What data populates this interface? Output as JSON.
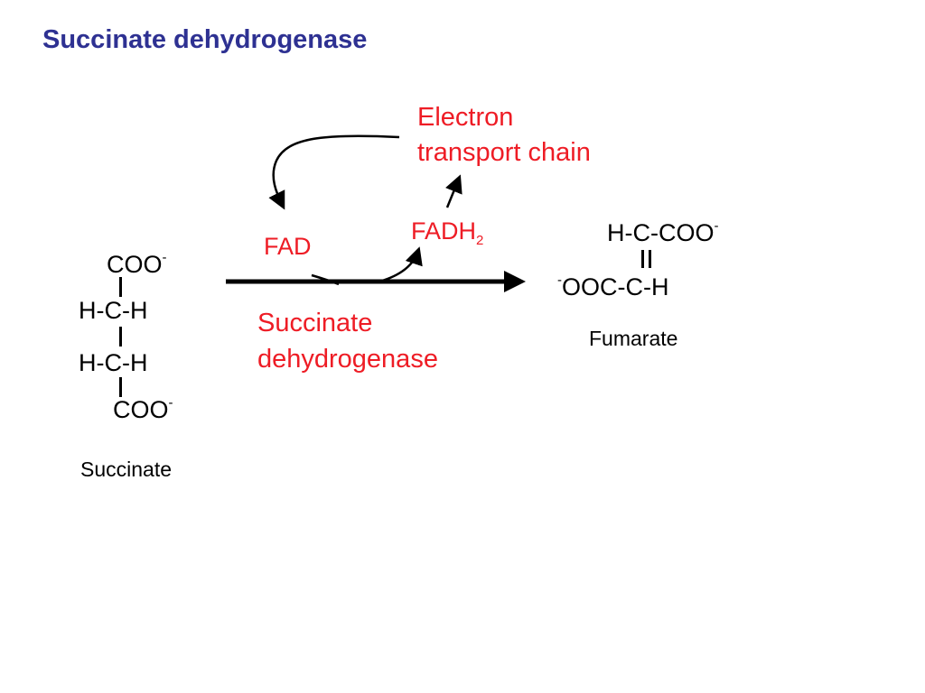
{
  "title": "Succinate dehydrogenase",
  "succinate": {
    "top_group": "COO",
    "top_charge": "-",
    "row1": "H-C-H",
    "row2": "H-C-H",
    "bottom_group": "COO",
    "bottom_charge": "-",
    "name": "Succinate"
  },
  "fumarate": {
    "top": "H-C-COO",
    "top_charge": "-",
    "bottom_charge": "-",
    "bottom": "OOC-C-H",
    "name": "Fumarate"
  },
  "reaction": {
    "cofactor_in": "FAD",
    "cofactor_out": "FADH",
    "cofactor_out_subscript": "2",
    "enzyme_line1": "Succinate",
    "enzyme_line2": "dehydrogenase",
    "etc_line1": "Electron",
    "etc_line2": "transport chain"
  },
  "colors": {
    "title": "#2e3192",
    "labels": "#ee1c25",
    "structures": "#000000"
  }
}
